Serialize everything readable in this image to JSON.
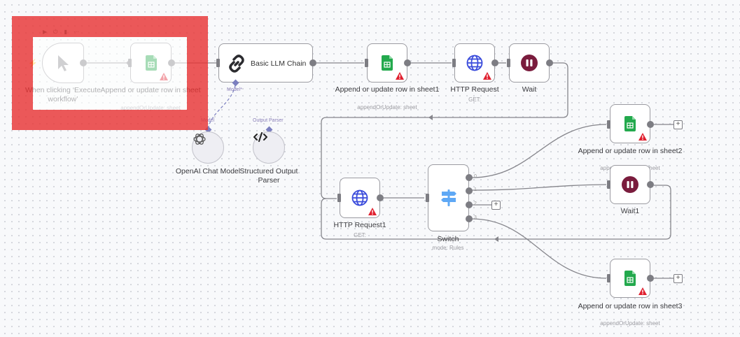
{
  "canvas": {
    "highlight_color": "#e83434",
    "toolbar": [
      {
        "name": "play-icon",
        "glyph": "▶"
      },
      {
        "name": "power-icon",
        "glyph": "⏻"
      },
      {
        "name": "trash-icon",
        "glyph": "🗑"
      },
      {
        "name": "more-icon",
        "glyph": "···"
      }
    ]
  },
  "nodes": {
    "trigger": {
      "label": "When clicking ‘Execute workflow’",
      "icon": "cursor-icon"
    },
    "sheet0": {
      "label": "Append or update row in sheet",
      "subtitle": "appendOrUpdate: sheet",
      "icon": "google-sheets-icon",
      "warning": true
    },
    "llm": {
      "label": "Basic LLM Chain",
      "icon": "link-icon",
      "model_label": "Model*",
      "ports": [
        "Model",
        "Output Parser"
      ]
    },
    "openai": {
      "label": "OpenAI Chat Model",
      "port_label": "Model",
      "icon": "openai-icon"
    },
    "parser": {
      "label": "Structured Output Parser",
      "port_label": "Output Parser",
      "icon": "code-icon"
    },
    "sheet1": {
      "label": "Append or update row in sheet1",
      "subtitle": "appendOrUpdate: sheet",
      "icon": "google-sheets-icon",
      "warning": true
    },
    "http": {
      "label": "HTTP Request",
      "subtitle": "GET:",
      "icon": "globe-icon",
      "warning": true
    },
    "wait": {
      "label": "Wait",
      "icon": "pause-icon"
    },
    "http1": {
      "label": "HTTP Request1",
      "subtitle": "GET:",
      "icon": "globe-icon",
      "warning": true
    },
    "switch": {
      "label": "Switch",
      "subtitle": "mode: Rules",
      "icon": "signpost-icon",
      "outputs": [
        "0",
        "1",
        "2",
        "3"
      ]
    },
    "sheet2": {
      "label": "Append or update row in sheet2",
      "subtitle": "appendOrUpdate: sheet",
      "icon": "google-sheets-icon",
      "warning": true
    },
    "wait1": {
      "label": "Wait1",
      "icon": "pause-icon"
    },
    "sheet3": {
      "label": "Append or update row in sheet3",
      "subtitle": "appendOrUpdate: sheet",
      "icon": "google-sheets-icon",
      "warning": true
    }
  },
  "colors": {
    "sheets_green": "#23a94d",
    "globe_blue": "#3a4bdb",
    "wait_maroon": "#7a1c3d",
    "switch_blue": "#5ea8f5",
    "warning_red": "#e0202f",
    "edge_gray": "#7d7d83",
    "ai_purple": "#7b7fbf"
  }
}
